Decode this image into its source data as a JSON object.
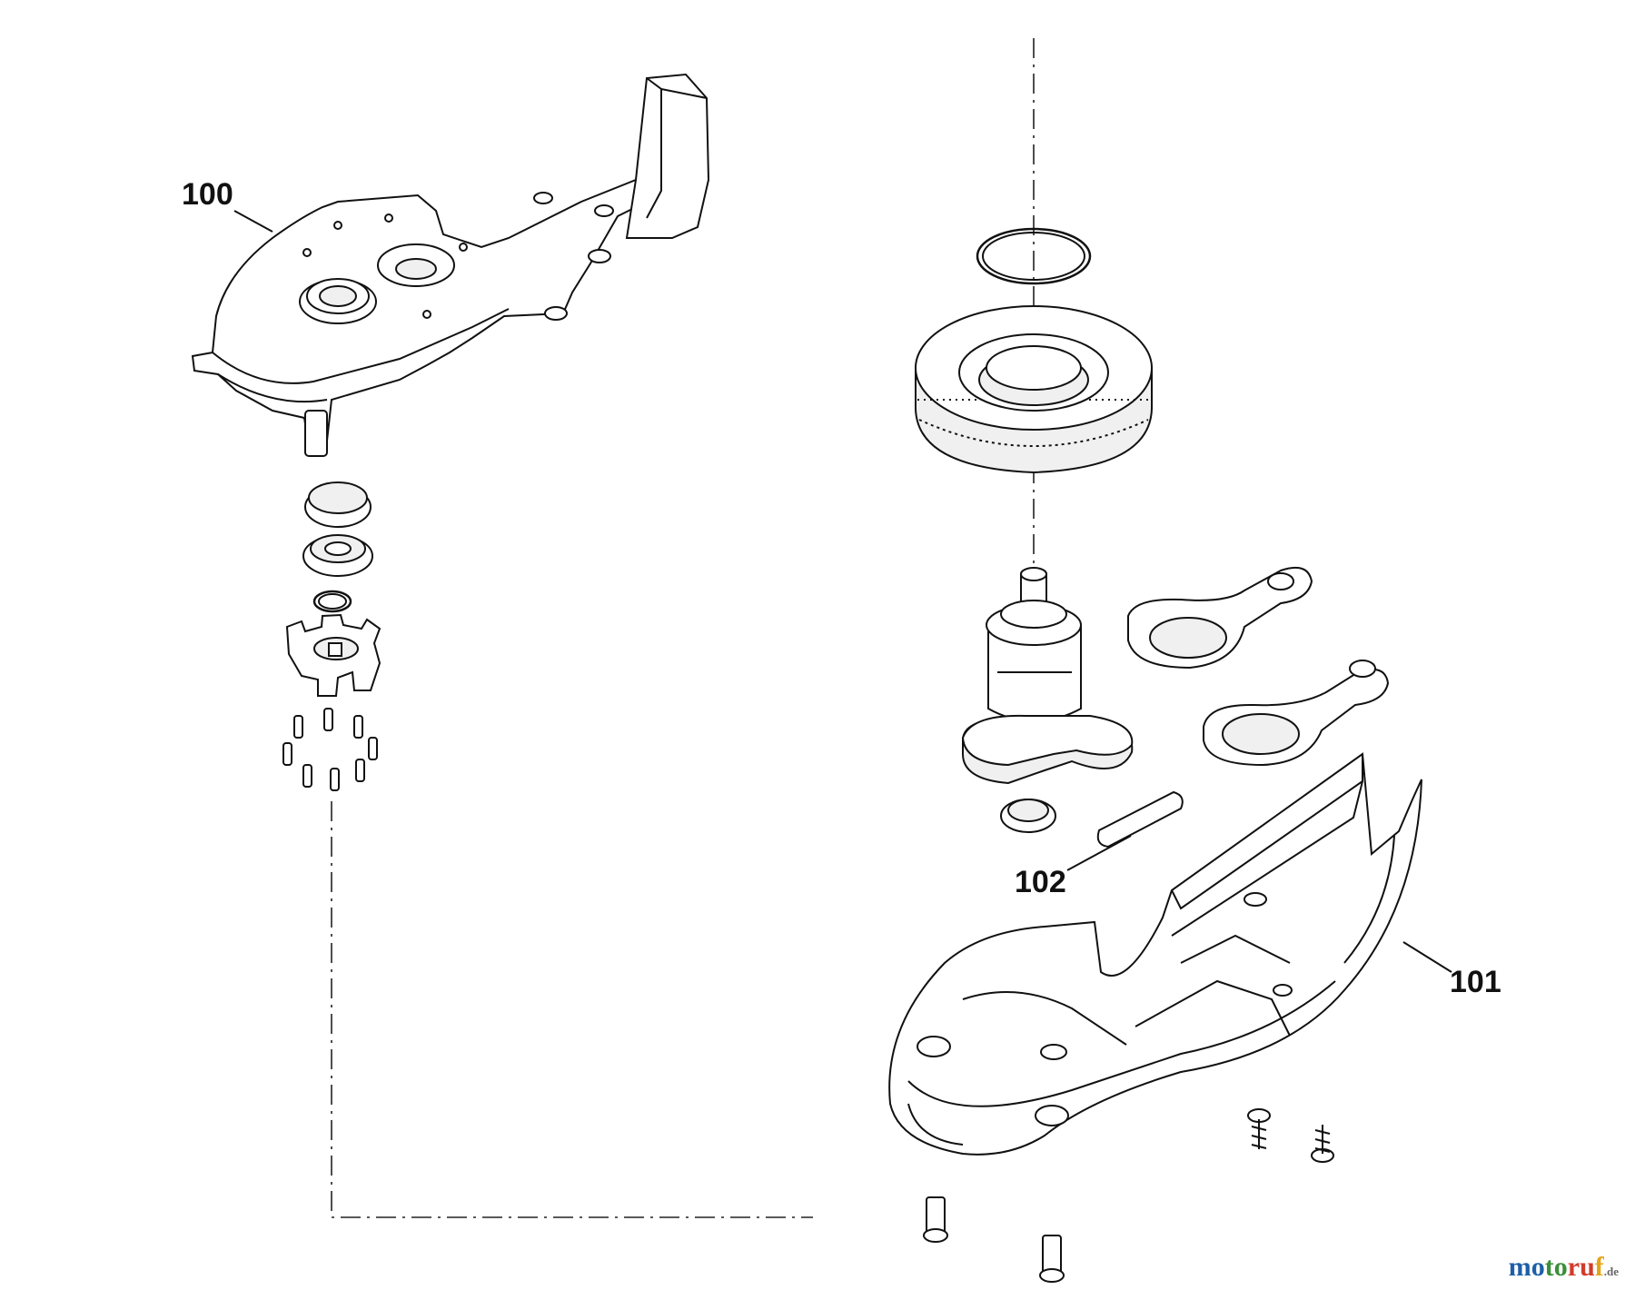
{
  "diagram": {
    "callouts": [
      {
        "id": "100",
        "label": "100"
      },
      {
        "id": "101",
        "label": "101"
      },
      {
        "id": "102",
        "label": "102"
      }
    ]
  },
  "watermark": {
    "parts": [
      "mo",
      "to",
      "ru",
      "f"
    ],
    "suffix": ".de",
    "colors": [
      "#1d5fa8",
      "#3a8f3a",
      "#d23a2a",
      "#e4a51a"
    ]
  }
}
